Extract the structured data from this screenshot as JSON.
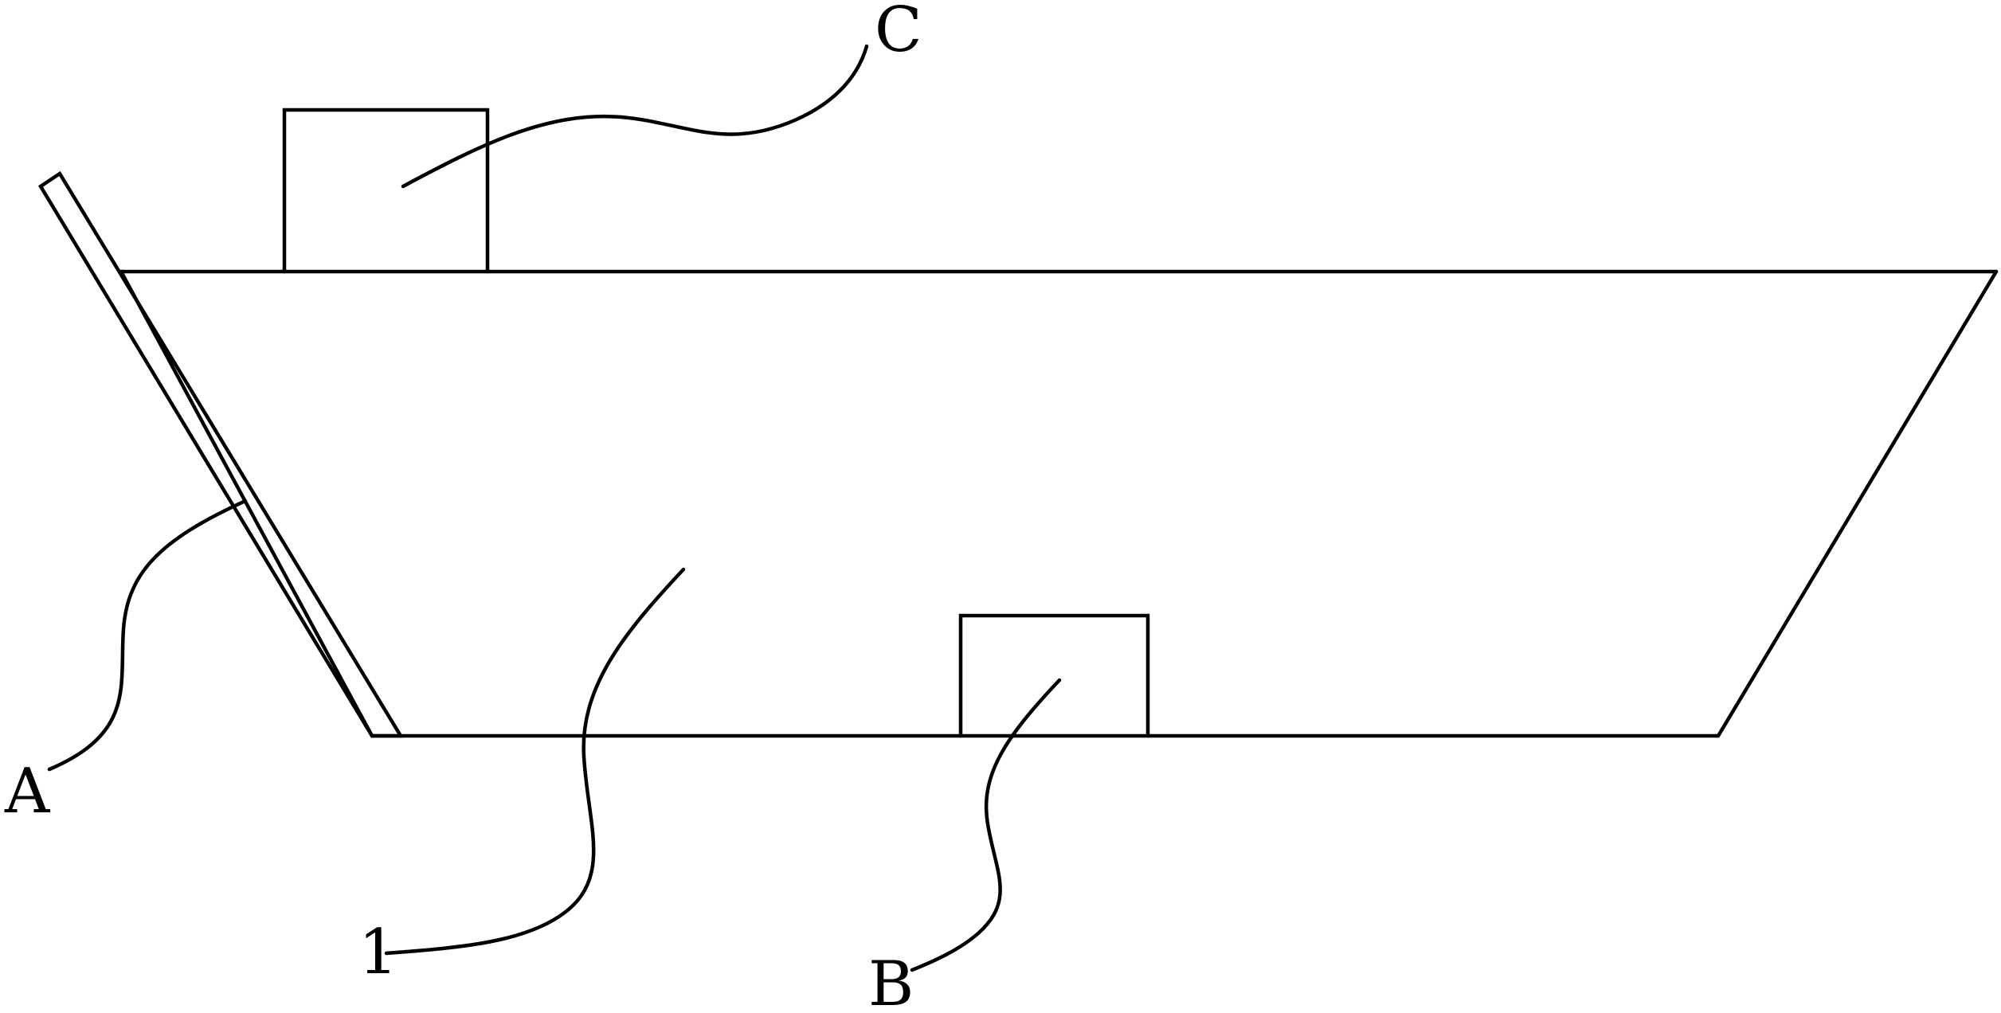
{
  "labels": {
    "a": "A",
    "b": "B",
    "c": "C",
    "main": "1"
  },
  "colors": {
    "line": "#000000",
    "background": "#ffffff"
  }
}
